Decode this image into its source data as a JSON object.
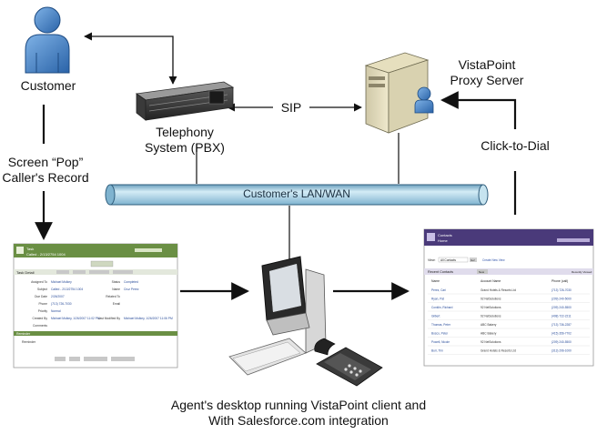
{
  "nodes": {
    "customer": "Customer",
    "pbx_line1": "Telephony",
    "pbx_line2": "System (PBX)",
    "proxy_line1": "VistaPoint",
    "proxy_line2": "Proxy Server",
    "lan": "Customer's LAN/WAN",
    "agent_line1": "Agent's desktop running VistaPoint client and",
    "agent_line2": "With Salesforce.com integration"
  },
  "edges": {
    "sip": "SIP",
    "screen_pop_line1": "Screen “Pop”",
    "screen_pop_line2": "Caller's Record",
    "click_to_dial": "Click-to-Dial"
  },
  "task_screen": {
    "title": "Task",
    "subtitle": "Called - 2/13/2754 1004",
    "section": "Task Detail",
    "field_labels": [
      "Assigned To",
      "Subject",
      "Due Date",
      "Phone",
      "Priority",
      "Created By",
      "Comments"
    ],
    "field_values": [
      "Michael Mulkey",
      "Called - 2/13/2754 1004",
      "2/26/2007",
      "(713) 726-7030",
      "Normal",
      "Michael Mulkey, 1/26/2007 11:02 PM",
      ""
    ],
    "right_labels": [
      "Status",
      "Name",
      "Related To",
      "Email",
      "",
      "Last Modified By"
    ],
    "right_values": [
      "Completed",
      "Cruz Perez",
      "",
      "",
      "",
      "Michael Mulkey, 1/26/2007 11:06 PM"
    ],
    "reminder_section": "Reminder",
    "reminder_label": "Reminder"
  },
  "contacts_screen": {
    "title": "Contacts",
    "subtitle": "Home",
    "view_label": "View:",
    "view_value": "All Contacts",
    "go": "Go!",
    "create_view": "Create New View",
    "recent": "Recent Contacts",
    "new_btn": "New",
    "recent_select": "Recently Viewed",
    "columns": [
      "Name",
      "Account Name",
      "Phone (call)"
    ],
    "rows": [
      [
        "Perez, Cari",
        "Grand Hotels & Resorts Ltd",
        "(713) 726-7030"
      ],
      [
        "Ryan, Pat",
        "92 NetSolutions",
        "(209) 240-5000"
      ],
      [
        "Conklin, Richard",
        "92 NetSolutions",
        "(209) 240-5500"
      ],
      [
        "Gilbert",
        "92 NetSolutions",
        "(408) 722-2211"
      ],
      [
        "Thomas, Peter",
        "ABC Bakery",
        "(713) 736-2287"
      ],
      [
        "Bosco, Peter",
        "ABC Bakery",
        "(415) 356-7702"
      ],
      [
        "Powell, Nicole",
        "92 NetSolutions",
        "(209) 240-5500"
      ],
      [
        "Burr, Tim",
        "Grand Hotels & Resorts Ltd",
        "(313) 296-1000"
      ]
    ]
  },
  "colors": {
    "pipe": "#a9d4e6",
    "pipe_dark": "#2f5d7c",
    "person": "#3f7fc7",
    "sf_green": "#6a8f44",
    "sf_purple": "#4a3a7a"
  }
}
